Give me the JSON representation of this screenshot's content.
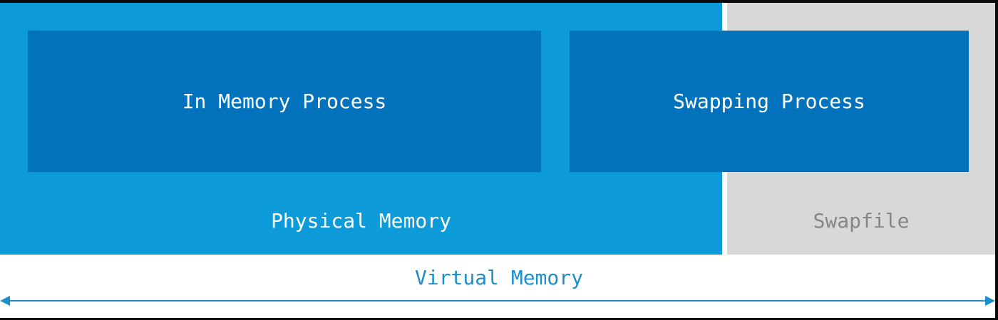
{
  "diagram": {
    "in_memory_process": "In Memory Process",
    "swapping_process": "Swapping Process",
    "physical_memory": "Physical Memory",
    "swapfile": "Swapfile",
    "virtual_memory": "Virtual Memory"
  },
  "colors": {
    "physical_memory": "#0c9ad9",
    "process_box": "#0372bc",
    "swapfile": "#d9d8d8",
    "swapfile_text": "#858585",
    "virtual_memory": "#1b8fcb"
  },
  "icons": {
    "virtual_memory_span": "double-headed-arrow-icon"
  }
}
